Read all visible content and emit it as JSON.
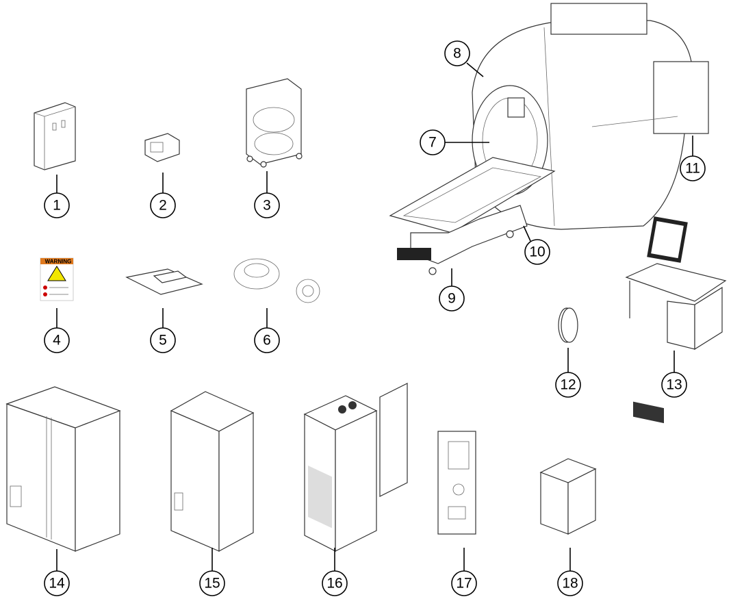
{
  "callouts": [
    "1",
    "2",
    "3",
    "4",
    "5",
    "6",
    "7",
    "8",
    "9",
    "10",
    "11",
    "12",
    "13",
    "14",
    "15",
    "16",
    "17",
    "18"
  ],
  "warning_sign": {
    "title": "WARNING",
    "colors": {
      "header": "#e07a1f",
      "triangle": "#f2e600"
    }
  }
}
